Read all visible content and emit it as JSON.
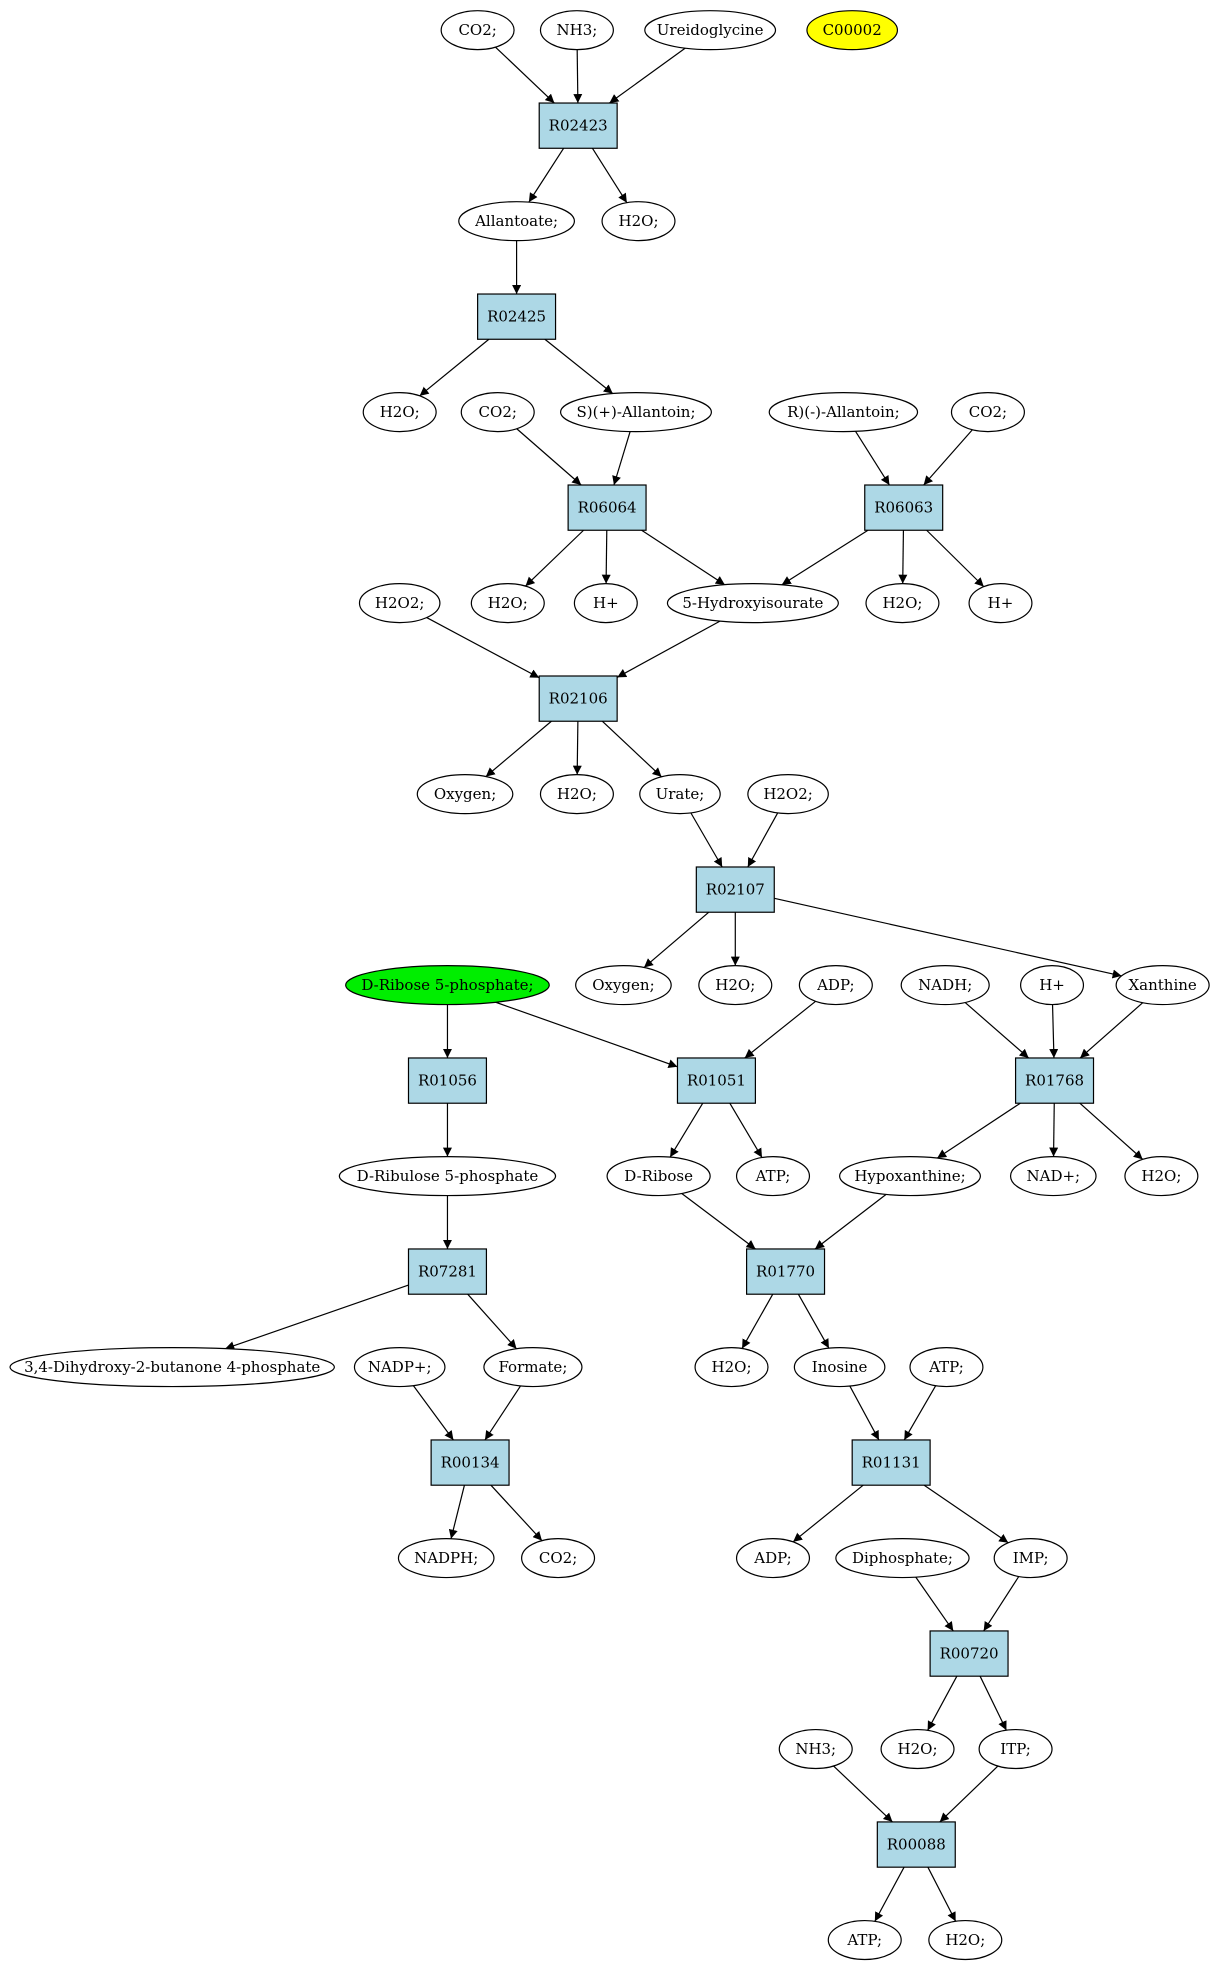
{
  "nodes": [
    {
      "id": "co2_1",
      "type": "compound",
      "label": "CO2;"
    },
    {
      "id": "nh3_1",
      "type": "compound",
      "label": "NH3;"
    },
    {
      "id": "ureido",
      "type": "compound",
      "label": "Ureidoglycine"
    },
    {
      "id": "c00002",
      "type": "compound",
      "label": "C00002",
      "fill": "#ffff00"
    },
    {
      "id": "r02423",
      "type": "reaction",
      "label": "R02423"
    },
    {
      "id": "allantoate",
      "type": "compound",
      "label": "Allantoate;"
    },
    {
      "id": "h2o_1",
      "type": "compound",
      "label": "H2O;"
    },
    {
      "id": "r02425",
      "type": "reaction",
      "label": "R02425"
    },
    {
      "id": "h2o_2",
      "type": "compound",
      "label": "H2O;"
    },
    {
      "id": "co2_2",
      "type": "compound",
      "label": "CO2;"
    },
    {
      "id": "s_allantoin",
      "type": "compound",
      "label": "S)(+)-Allantoin;"
    },
    {
      "id": "r_allantoin",
      "type": "compound",
      "label": "R)(-)-Allantoin;"
    },
    {
      "id": "co2_3",
      "type": "compound",
      "label": "CO2;"
    },
    {
      "id": "r06064",
      "type": "reaction",
      "label": "R06064"
    },
    {
      "id": "r06063",
      "type": "reaction",
      "label": "R06063"
    },
    {
      "id": "h2o2_1",
      "type": "compound",
      "label": "H2O2;"
    },
    {
      "id": "h2o_3",
      "type": "compound",
      "label": "H2O;"
    },
    {
      "id": "hplus_1",
      "type": "compound",
      "label": "H+"
    },
    {
      "id": "hydroxy",
      "type": "compound",
      "label": "5-Hydroxyisourate"
    },
    {
      "id": "h2o_4",
      "type": "compound",
      "label": "H2O;"
    },
    {
      "id": "hplus_2",
      "type": "compound",
      "label": "H+"
    },
    {
      "id": "r02106",
      "type": "reaction",
      "label": "R02106"
    },
    {
      "id": "oxygen_1",
      "type": "compound",
      "label": "Oxygen;"
    },
    {
      "id": "h2o_5",
      "type": "compound",
      "label": "H2O;"
    },
    {
      "id": "urate",
      "type": "compound",
      "label": "Urate;"
    },
    {
      "id": "h2o2_2",
      "type": "compound",
      "label": "H2O2;"
    },
    {
      "id": "r02107",
      "type": "reaction",
      "label": "R02107"
    },
    {
      "id": "ribose5p",
      "type": "compound",
      "label": "D-Ribose 5-phosphate;",
      "fill": "#00ee00"
    },
    {
      "id": "oxygen_2",
      "type": "compound",
      "label": "Oxygen;"
    },
    {
      "id": "h2o_6",
      "type": "compound",
      "label": "H2O;"
    },
    {
      "id": "adp_1",
      "type": "compound",
      "label": "ADP;"
    },
    {
      "id": "nadh",
      "type": "compound",
      "label": "NADH;"
    },
    {
      "id": "hplus_3",
      "type": "compound",
      "label": "H+"
    },
    {
      "id": "xanthine",
      "type": "compound",
      "label": "Xanthine"
    },
    {
      "id": "r01056",
      "type": "reaction",
      "label": "R01056"
    },
    {
      "id": "r01051",
      "type": "reaction",
      "label": "R01051"
    },
    {
      "id": "r01768",
      "type": "reaction",
      "label": "R01768"
    },
    {
      "id": "ribulose5p",
      "type": "compound",
      "label": "D-Ribulose 5-phosphate"
    },
    {
      "id": "dribose",
      "type": "compound",
      "label": "D-Ribose"
    },
    {
      "id": "atp_1",
      "type": "compound",
      "label": "ATP;"
    },
    {
      "id": "hypox",
      "type": "compound",
      "label": "Hypoxanthine;"
    },
    {
      "id": "nadplus",
      "type": "compound",
      "label": "NAD+;"
    },
    {
      "id": "h2o_7",
      "type": "compound",
      "label": "H2O;"
    },
    {
      "id": "r07281",
      "type": "reaction",
      "label": "R07281"
    },
    {
      "id": "r01770",
      "type": "reaction",
      "label": "R01770"
    },
    {
      "id": "dihydroxy",
      "type": "compound",
      "label": "3,4-Dihydroxy-2-butanone 4-phosphate"
    },
    {
      "id": "nadpplus",
      "type": "compound",
      "label": "NADP+;"
    },
    {
      "id": "formate",
      "type": "compound",
      "label": "Formate;"
    },
    {
      "id": "h2o_8",
      "type": "compound",
      "label": "H2O;"
    },
    {
      "id": "inosine",
      "type": "compound",
      "label": "Inosine"
    },
    {
      "id": "atp_2",
      "type": "compound",
      "label": "ATP;"
    },
    {
      "id": "r00134",
      "type": "reaction",
      "label": "R00134"
    },
    {
      "id": "r01131",
      "type": "reaction",
      "label": "R01131"
    },
    {
      "id": "nadph",
      "type": "compound",
      "label": "NADPH;"
    },
    {
      "id": "co2_4",
      "type": "compound",
      "label": "CO2;"
    },
    {
      "id": "adp_2",
      "type": "compound",
      "label": "ADP;"
    },
    {
      "id": "diphos",
      "type": "compound",
      "label": "Diphosphate;"
    },
    {
      "id": "imp",
      "type": "compound",
      "label": "IMP;"
    },
    {
      "id": "r00720",
      "type": "reaction",
      "label": "R00720"
    },
    {
      "id": "nh3_2",
      "type": "compound",
      "label": "NH3;"
    },
    {
      "id": "h2o_9",
      "type": "compound",
      "label": "H2O;"
    },
    {
      "id": "itp",
      "type": "compound",
      "label": "ITP;"
    },
    {
      "id": "r00088",
      "type": "reaction",
      "label": "R00088"
    },
    {
      "id": "atp_3",
      "type": "compound",
      "label": "ATP;"
    },
    {
      "id": "h2o_10",
      "type": "compound",
      "label": "H2O;"
    }
  ],
  "edges": [
    [
      "co2_1",
      "r02423"
    ],
    [
      "nh3_1",
      "r02423"
    ],
    [
      "ureido",
      "r02423"
    ],
    [
      "r02423",
      "allantoate"
    ],
    [
      "r02423",
      "h2o_1"
    ],
    [
      "allantoate",
      "r02425"
    ],
    [
      "r02425",
      "h2o_2"
    ],
    [
      "r02425",
      "s_allantoin"
    ],
    [
      "co2_2",
      "r06064"
    ],
    [
      "s_allantoin",
      "r06064"
    ],
    [
      "r_allantoin",
      "r06063"
    ],
    [
      "co2_3",
      "r06063"
    ],
    [
      "r06064",
      "h2o_3"
    ],
    [
      "r06064",
      "hplus_1"
    ],
    [
      "r06064",
      "hydroxy"
    ],
    [
      "r06063",
      "hydroxy"
    ],
    [
      "r06063",
      "h2o_4"
    ],
    [
      "r06063",
      "hplus_2"
    ],
    [
      "h2o2_1",
      "r02106"
    ],
    [
      "hydroxy",
      "r02106"
    ],
    [
      "r02106",
      "oxygen_1"
    ],
    [
      "r02106",
      "h2o_5"
    ],
    [
      "r02106",
      "urate"
    ],
    [
      "urate",
      "r02107"
    ],
    [
      "h2o2_2",
      "r02107"
    ],
    [
      "r02107",
      "oxygen_2"
    ],
    [
      "r02107",
      "h2o_6"
    ],
    [
      "r02107",
      "xanthine"
    ],
    [
      "ribose5p",
      "r01056"
    ],
    [
      "ribose5p",
      "r01051"
    ],
    [
      "adp_1",
      "r01051"
    ],
    [
      "nadh",
      "r01768"
    ],
    [
      "hplus_3",
      "r01768"
    ],
    [
      "xanthine",
      "r01768"
    ],
    [
      "r01056",
      "ribulose5p"
    ],
    [
      "r01051",
      "dribose"
    ],
    [
      "r01051",
      "atp_1"
    ],
    [
      "r01768",
      "hypox"
    ],
    [
      "r01768",
      "nadplus"
    ],
    [
      "r01768",
      "h2o_7"
    ],
    [
      "ribulose5p",
      "r07281"
    ],
    [
      "dribose",
      "r01770"
    ],
    [
      "hypox",
      "r01770"
    ],
    [
      "r07281",
      "dihydroxy"
    ],
    [
      "r07281",
      "formate"
    ],
    [
      "r01770",
      "h2o_8"
    ],
    [
      "r01770",
      "inosine"
    ],
    [
      "nadpplus",
      "r00134"
    ],
    [
      "formate",
      "r00134"
    ],
    [
      "inosine",
      "r01131"
    ],
    [
      "atp_2",
      "r01131"
    ],
    [
      "r00134",
      "nadph"
    ],
    [
      "r00134",
      "co2_4"
    ],
    [
      "r01131",
      "adp_2"
    ],
    [
      "r01131",
      "imp"
    ],
    [
      "diphos",
      "r00720"
    ],
    [
      "imp",
      "r00720"
    ],
    [
      "r00720",
      "h2o_9"
    ],
    [
      "r00720",
      "itp"
    ],
    [
      "nh3_2",
      "r00088"
    ],
    [
      "itp",
      "r00088"
    ],
    [
      "r00088",
      "atp_3"
    ],
    [
      "r00088",
      "h2o_10"
    ]
  ],
  "colors": {
    "reaction_fill": "#add8e6",
    "compound_fill": "#ffffff",
    "stroke": "#000000"
  }
}
